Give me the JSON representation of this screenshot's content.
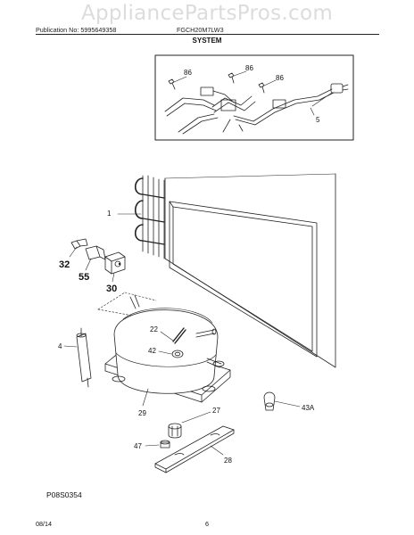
{
  "watermark": "AppliancePartsPros.com",
  "header": {
    "publication": "Publication No: 5995649358",
    "model": "FGCH20M7LW3"
  },
  "section_title": "SYSTEM",
  "callouts": {
    "c86a": "86",
    "c86b": "86",
    "c86c": "86",
    "c5": "5",
    "c1": "1",
    "c32": "32",
    "c55": "55",
    "c30": "30",
    "c22": "22",
    "c42": "42",
    "c4": "4",
    "c29": "29",
    "c27": "27",
    "c43a": "43A",
    "c47": "47",
    "c28": "28"
  },
  "drawing_number": "P08S0354",
  "footer": {
    "date": "08/14",
    "page": "6"
  }
}
